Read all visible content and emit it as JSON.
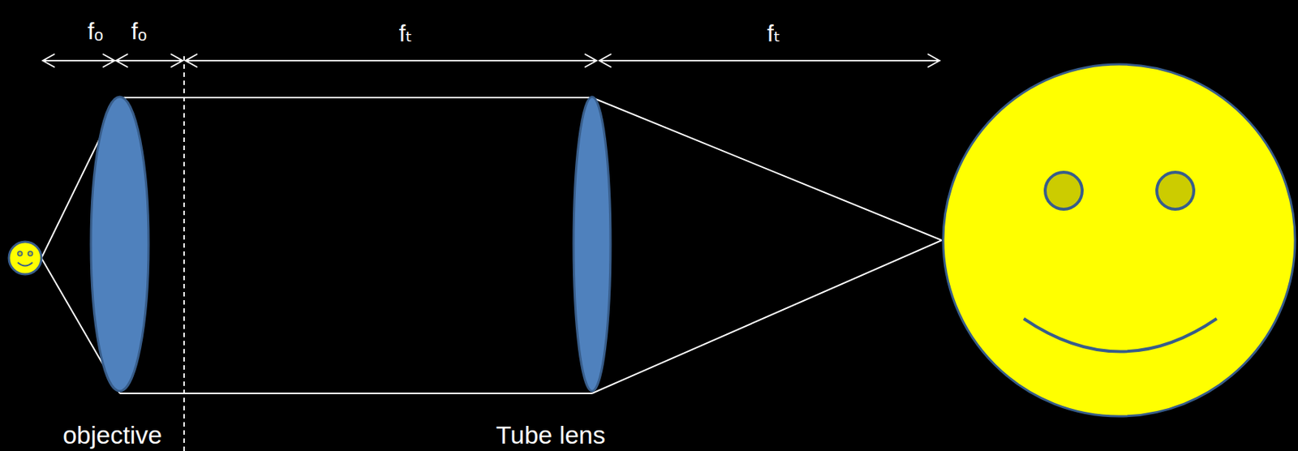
{
  "diagram": {
    "labels": [
      "fₒ",
      "fₒ",
      "fₜ",
      "fₜ",
      "objective",
      "Tube lens"
    ]
  }
}
